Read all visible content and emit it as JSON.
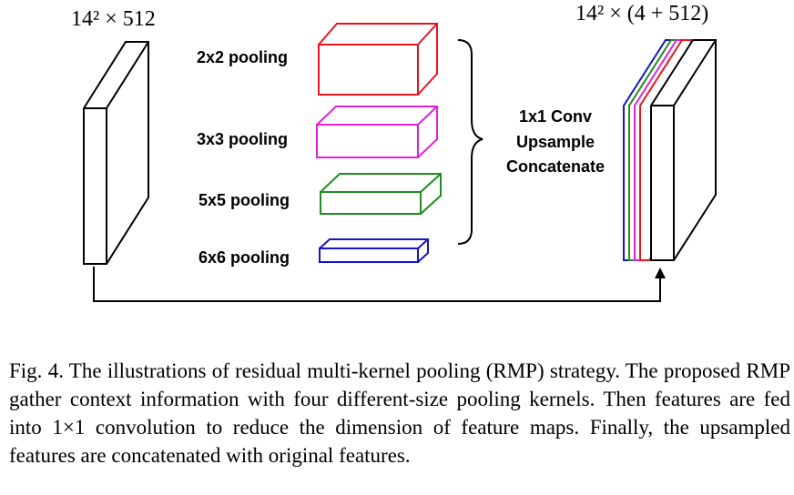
{
  "diagram": {
    "input_label": "14² × 512",
    "output_label": "14² × (4 + 512)",
    "pooling_labels": [
      "2x2 pooling",
      "3x3 pooling",
      "5x5 pooling",
      "6x6 pooling"
    ],
    "operations": [
      "1x1 Conv",
      "Upsample",
      "Concatenate"
    ],
    "colors": {
      "pool_2x2": "#e8141e",
      "pool_3x3": "#e020e0",
      "pool_5x5": "#1e8c1e",
      "pool_6x6": "#1414c8",
      "feature_map": "#000000"
    }
  },
  "caption": "Fig. 4.  The illustrations of residual multi-kernel pooling (RMP) strategy. The proposed RMP gather context information with four different-size pooling kernels. Then features are fed into 1×1 convolution to reduce the dimension of feature maps. Finally, the upsampled features are concatenated with original features."
}
